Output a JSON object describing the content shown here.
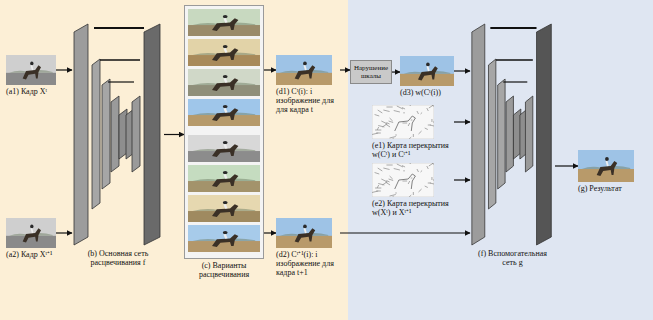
{
  "diagram": {
    "nodes": [
      {
        "text": [
          "(a1) Кадр Xᵗ"
        ]
      },
      {
        "text": [
          "(a2) Кадр Xᵗ⁺¹"
        ]
      },
      {
        "text": [
          "(b) Основная сеть расцвечивания f"
        ]
      },
      {
        "text": [
          "(c) Варианты расцвечивания"
        ]
      },
      {
        "text": [
          "(d1) Cᵗ(i): i изображение для для кадра t"
        ]
      },
      {
        "text": [
          "(d2) Cᵗ⁺¹(i): i изображение для кадра t+1"
        ]
      },
      {
        "text": [
          "Нарушение шкалы"
        ]
      },
      {
        "text": [
          "(d3) w(Cᵗ(i))"
        ]
      },
      {
        "text": [
          "(e1) Карта перекрытия w(Cᵗ) и Cᵗ⁺¹"
        ]
      },
      {
        "text": [
          "(e2) Карта перекрытия w(Xᵗ) и Xᵗ⁺¹"
        ]
      },
      {
        "text": [
          "(f) Вспомогательная сеть g"
        ]
      },
      {
        "text": [
          "(g) Результат"
        ]
      }
    ],
    "edges": [
      {
        "from": 0,
        "to": 2,
        "arrow": "to"
      },
      {
        "from": 1,
        "to": 2,
        "arrow": "to"
      },
      {
        "from": 2,
        "to": 3,
        "arrow": "to"
      },
      {
        "from": 3,
        "to": 4,
        "arrow": "to"
      },
      {
        "from": 3,
        "to": 5,
        "arrow": "to"
      },
      {
        "from": 4,
        "to": 6,
        "arrow": "to"
      },
      {
        "from": 6,
        "to": 7,
        "arrow": "to"
      },
      {
        "from": 7,
        "to": 10,
        "arrow": "to"
      },
      {
        "from": 8,
        "to": 10,
        "arrow": "to"
      },
      {
        "from": 9,
        "to": 10,
        "arrow": "to"
      },
      {
        "from": 5,
        "to": 10,
        "arrow": "to"
      },
      {
        "from": 10,
        "to": 11,
        "arrow": "to"
      }
    ]
  }
}
